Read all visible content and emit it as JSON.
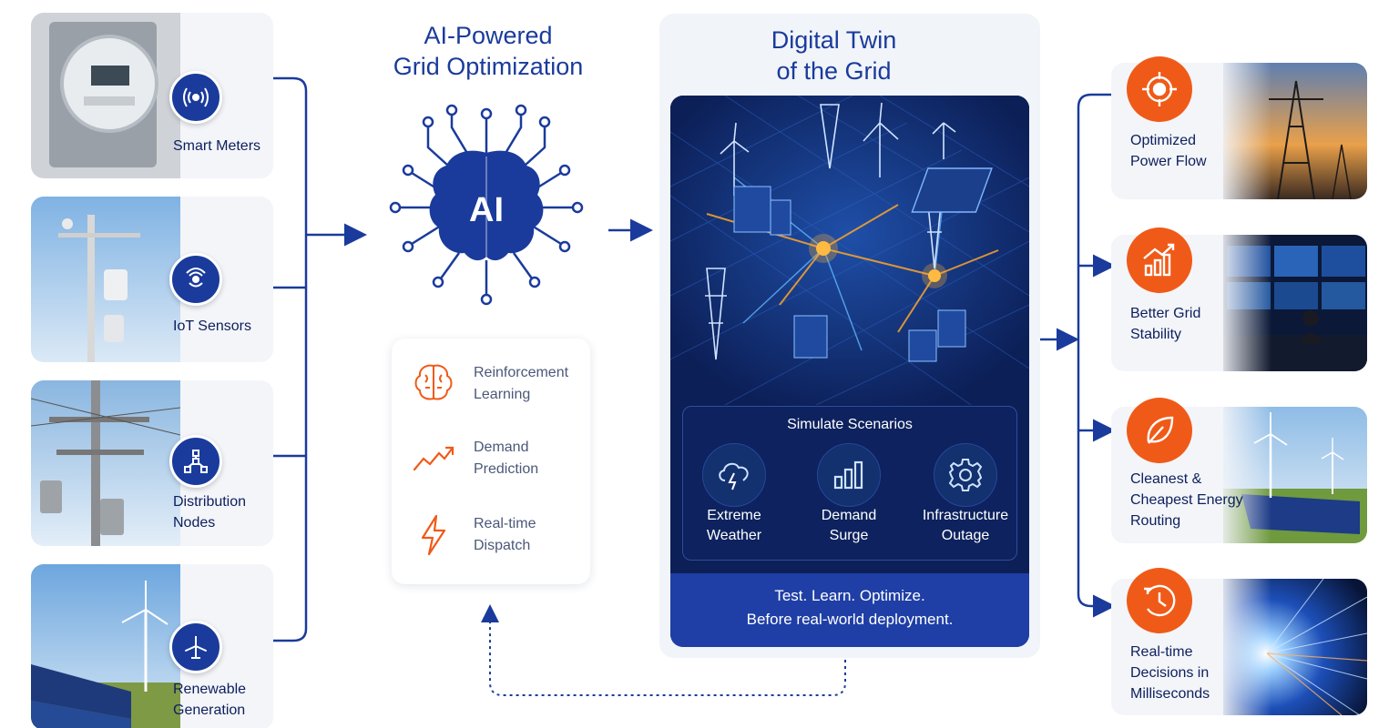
{
  "sources": [
    {
      "label": "Smart Meters",
      "icon": "signal-broadcast-icon"
    },
    {
      "label": "IoT Sensors",
      "icon": "sensor-waves-icon"
    },
    {
      "label": "Distribution Nodes",
      "icon": "network-nodes-icon"
    },
    {
      "label": "Renewable Generation",
      "icon": "wind-turbine-icon"
    }
  ],
  "ai": {
    "title_line1": "AI-Powered",
    "title_line2": "Grid Optimization",
    "brain_text": "AI",
    "methods": [
      {
        "line1": "Reinforcement",
        "line2": "Learning",
        "icon": "brain-outline-icon"
      },
      {
        "line1": "Demand",
        "line2": "Prediction",
        "icon": "trend-chart-icon"
      },
      {
        "line1": "Real-time",
        "line2": "Dispatch",
        "icon": "lightning-icon"
      }
    ]
  },
  "twin": {
    "title_line1": "Digital Twin",
    "title_line2": "of the Grid",
    "scenarios_title": "Simulate Scenarios",
    "scenarios": [
      {
        "line1": "Extreme",
        "line2": "Weather",
        "icon": "storm-cloud-icon"
      },
      {
        "line1": "Demand",
        "line2": "Surge",
        "icon": "bar-chart-icon"
      },
      {
        "line1": "Infrastructure",
        "line2": "Outage",
        "icon": "gear-icon"
      }
    ],
    "banner_line1": "Test. Learn. Optimize.",
    "banner_line2": "Before real-world deployment."
  },
  "outputs": [
    {
      "line1": "Optimized",
      "line2": "Power Flow",
      "line3": "",
      "icon": "target-icon"
    },
    {
      "line1": "Better Grid",
      "line2": "Stability",
      "line3": "",
      "icon": "growth-chart-icon"
    },
    {
      "line1": "Cleanest &",
      "line2": "Cheapest Energy",
      "line3": "Routing",
      "icon": "leaf-icon"
    },
    {
      "line1": "Real-time",
      "line2": "Decisions in",
      "line3": "Milliseconds",
      "icon": "stopwatch-icon"
    }
  ],
  "colors": {
    "navy": "#1a3b9c",
    "orange": "#f05a18",
    "dark_panel": "#0c1f57"
  }
}
